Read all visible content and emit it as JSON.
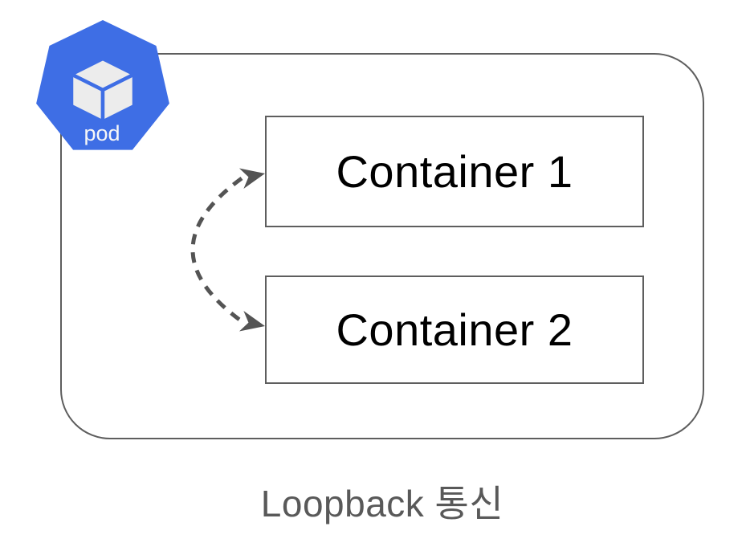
{
  "pod": {
    "label": "pod",
    "icon": "kubernetes-pod-heptagon-icon"
  },
  "containers": [
    {
      "label": "Container 1"
    },
    {
      "label": "Container 2"
    }
  ],
  "arrow": {
    "type": "dashed-curved-double-arrow",
    "meaning": "loopback traffic between containers"
  },
  "caption": "Loopback 통신",
  "colors": {
    "pod_blue": "#3e6ee5",
    "cube_gray": "#ececec",
    "pod_label_white": "#f7f7f7",
    "boundary_border": "#5e5e5e",
    "container_border": "#5e5e5e",
    "container_text": "#000000",
    "arrow_gray": "#545454",
    "caption_gray": "#595959",
    "background": "#ffffff"
  }
}
